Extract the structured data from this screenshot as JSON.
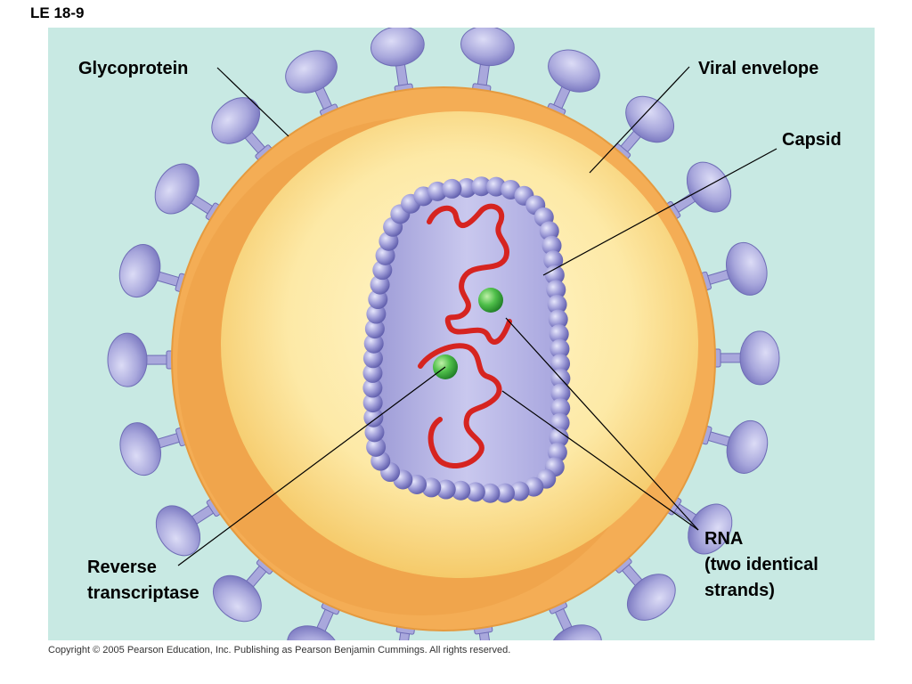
{
  "figure_id": "LE 18-9",
  "labels": {
    "glycoprotein": "Glycoprotein",
    "viral_envelope": "Viral envelope",
    "capsid": "Capsid",
    "rna_line1": "RNA",
    "rna_line2": "(two identical",
    "rna_line3": "strands)",
    "rt_line1": "Reverse",
    "rt_line2": "transcriptase"
  },
  "copyright": "Copyright © 2005 Pearson Education, Inc. Publishing as Pearson Benjamin Cummings. All rights reserved.",
  "colors": {
    "panel_bg": "#c8e9e3",
    "envelope": "#f4ad55",
    "envelope_inner": "#fbe6a6",
    "glycoprotein": "#a9a8dc",
    "capsid_bead": "#8a88cc",
    "capsid_fill": "#b4b2e2",
    "rna": "#d62420",
    "enzyme": "#4bb548"
  }
}
